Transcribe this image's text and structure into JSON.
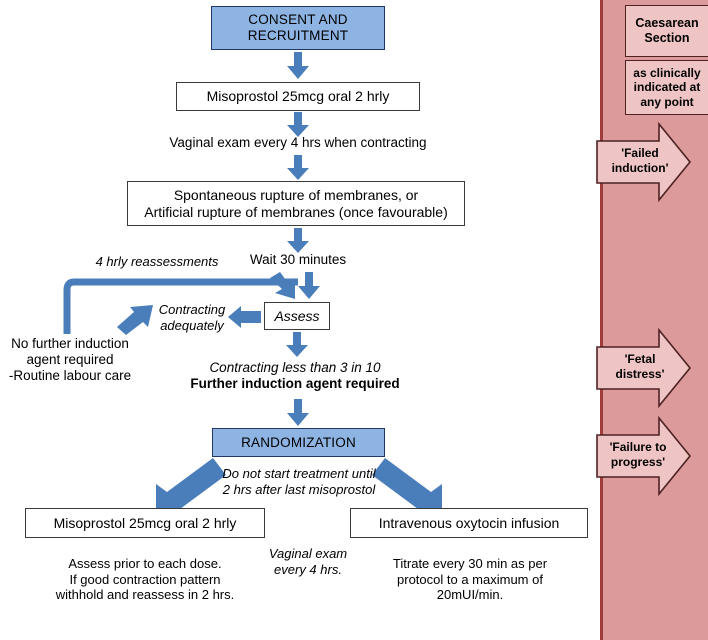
{
  "diagram": {
    "title": "Misoprostol induction of labour randomized trial flowchart",
    "colors": {
      "blue_fill": "#8eb4e3",
      "blue_arrow": "#4a7ebb",
      "blue_border": "#1f3864",
      "box_border": "#3a3a3a",
      "sidebar_fill": "#dd9a9a",
      "sidebar_stripe": "#9e3b3b",
      "sidebar_box_fill": "#efc4c4",
      "sidebar_box_border": "#4c2222"
    },
    "nodes": {
      "consent": "CONSENT AND RECRUITMENT",
      "misoprostol_top": "Misoprostol 25mcg oral 2 hrly",
      "vaginal_exam": "Vaginal exam every 4 hrs when contracting",
      "rupture_line1": "Spontaneous rupture of membranes, or",
      "rupture_line2": "Artificial rupture of membranes (once favourable)",
      "wait": "Wait 30 minutes",
      "reassessments": "4 hrly reassessments",
      "assess": "Assess",
      "contracting_adequately_l1": "Contracting",
      "contracting_adequately_l2": "adequately",
      "no_further_l1": "No further induction",
      "no_further_l2": "agent required",
      "no_further_l3": "-Routine labour care",
      "contracting_less_italic": "Contracting less than 3 in 10",
      "further_agent_bold": "Further induction agent required",
      "randomization": "RANDOMIZATION",
      "do_not_start_l1": "Do not start treatment until",
      "do_not_start_l2": "2 hrs after last misoprostol",
      "arm_left_title": "Misoprostol 25mcg oral 2 hrly",
      "arm_right_title": "Intravenous oxytocin infusion",
      "arm_left_note_l1": "Assess prior to each dose.",
      "arm_left_note_l2": "If good contraction pattern",
      "arm_left_note_l3": "withhold and reassess in 2 hrs.",
      "middle_note_l1": "Vaginal exam",
      "middle_note_l2": "every 4 hrs.",
      "arm_right_note_l1": "Titrate every 30 min as per",
      "arm_right_note_l2": "protocol to a maximum of",
      "arm_right_note_l3": "20mUI/min."
    },
    "sidebar": {
      "caesarean_l1": "Caesarean",
      "caesarean_l2": "Section",
      "as_clinically_l1": "as clinically",
      "as_clinically_l2": "indicated at",
      "as_clinically_l3": "any point",
      "failed_induction_l1": "'Failed",
      "failed_induction_l2": "induction'",
      "fetal_distress_l1": "'Fetal",
      "fetal_distress_l2": "distress'",
      "failure_progress_l1": "'Failure to",
      "failure_progress_l2": "progress'"
    }
  }
}
